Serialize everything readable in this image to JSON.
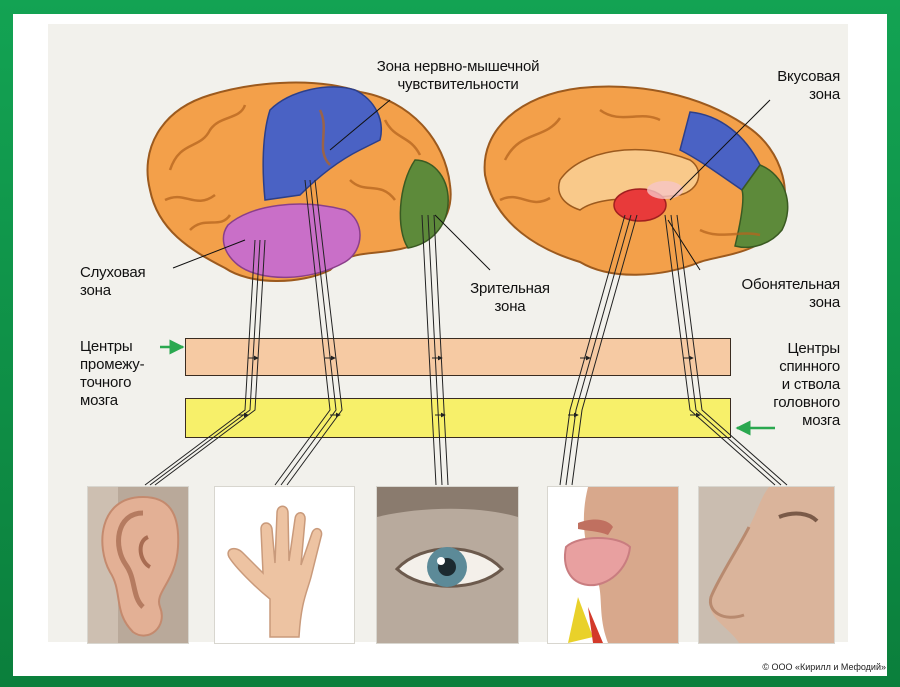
{
  "labels": {
    "sensory_zone": "Зона нервно-мышечной\nчувствительности",
    "taste_zone": "Вкусовая\nзона",
    "auditory_zone": "Слуховая\nзона",
    "visual_zone": "Зрительная\nзона",
    "olfactory_zone": "Обонятельная\nзона",
    "diencephalon_centers": "Центры\nпромежу-\nточного\nмозга",
    "spinal_brainstem_centers": "Центры\nспинного\nи ствола\nголовного\nмозга"
  },
  "copyright": "© ООО «Кирилл и Мефодий»",
  "colors": {
    "frame_green": "#0e8a44",
    "brain_cortex": "#f3a04a",
    "sensory_zone": "#4a62c4",
    "auditory_zone": "#c96fc8",
    "visual_zone": "#5d8a3a",
    "taste_zone": "#e83a3a",
    "diencephalon_band": "#f6caa3",
    "brainstem_band": "#f7f06a",
    "arrow_green": "#2aa84f"
  },
  "photos": [
    "ear",
    "hand",
    "eye",
    "tongue",
    "nose"
  ]
}
